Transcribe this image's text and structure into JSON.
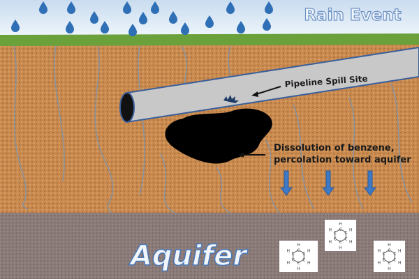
{
  "title": "Rain Event",
  "labels": {
    "spill": "Pipeline Spill Site",
    "dissolution_line1": "Dissolution of benzene,",
    "dissolution_line2": "percolation toward aquifer",
    "aquifer": "Aquifer"
  },
  "benzene": {
    "carbon": "C",
    "hydrogen": "H"
  },
  "colors": {
    "sky": "#dbe9f5",
    "grass": "#6aa13a",
    "soil": "#c98a4f",
    "aquifer": "#8a7a78",
    "pipe": "#c8c8c8",
    "drop": "#2f6fb5",
    "arrow": "#3d79c4"
  }
}
